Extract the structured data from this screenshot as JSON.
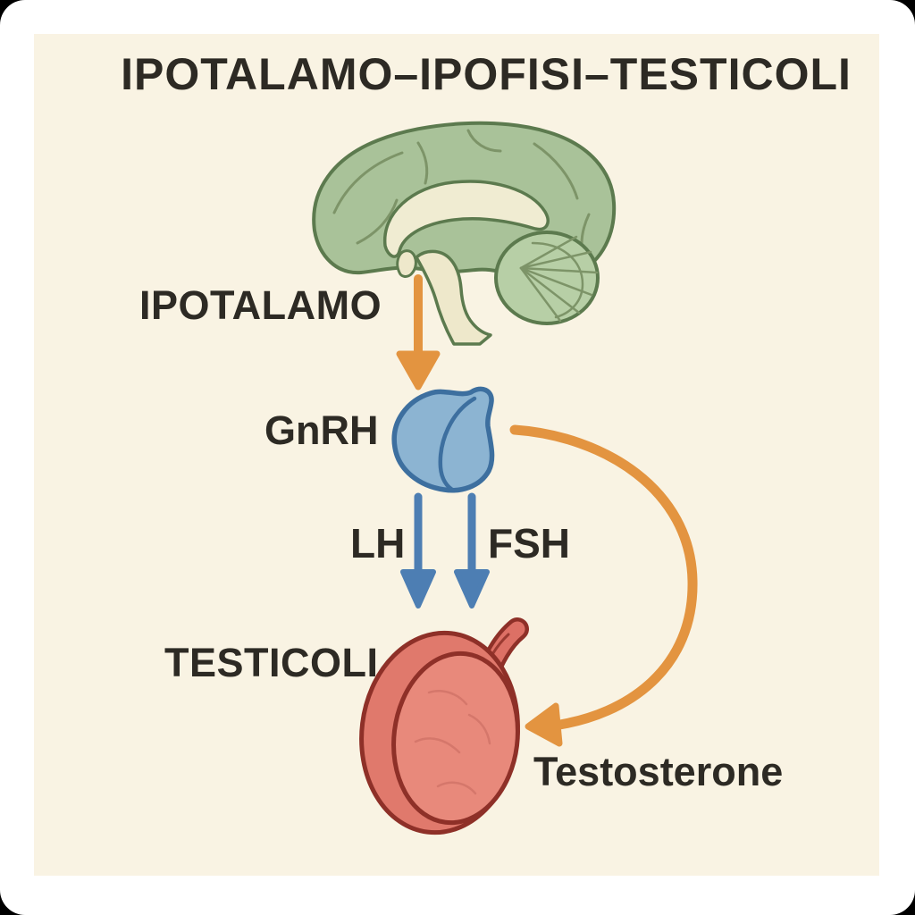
{
  "labels": {
    "title": "IPOTALAMO–IPOFISI–TESTICOLI",
    "hypothalamus": "IPOTALAMO",
    "gnrh": "GnRH",
    "lh": "LH",
    "fsh": "FSH",
    "testes": "TESTICOLI",
    "testosterone": "Testosterone"
  },
  "diagram": {
    "type": "hormone-axis-flow",
    "nodes": [
      "IPOTALAMO",
      "IPOFISI",
      "TESTICOLI"
    ],
    "arrows": [
      {
        "name": "gnrh-arrow",
        "from": "IPOTALAMO",
        "to": "IPOFISI",
        "hormone": "GnRH",
        "color": "#e39440",
        "direction": "down"
      },
      {
        "name": "lh-arrow",
        "from": "IPOFISI",
        "to": "TESTICOLI",
        "hormone": "LH",
        "color": "#4d7eb3",
        "direction": "down"
      },
      {
        "name": "fsh-arrow",
        "from": "IPOFISI",
        "to": "TESTICOLI",
        "hormone": "FSH",
        "color": "#4d7eb3",
        "direction": "down"
      },
      {
        "name": "testosterone-feedback-arrow",
        "from": "IPOFISI",
        "to": "TESTICOLI",
        "hormone": "Testosterone",
        "color": "#e39440",
        "direction": "curved-right-down"
      }
    ],
    "illustrations": [
      "brain-sagittal",
      "pituitary-gland",
      "testis"
    ]
  },
  "colors": {
    "background": "#f9f3e3",
    "frame": "#ffffff",
    "text": "#2d2a24",
    "orange_arrow": "#e39440",
    "blue_arrow": "#4d7eb3",
    "brain_fill": "#a9c299",
    "brain_outline": "#5c7a4e",
    "brain_inner": "#f0ecd2",
    "cerebellum_fill": "#b7cfa6",
    "pituitary_fill": "#8cb4d2",
    "pituitary_outline": "#3d6f9f",
    "testis_fill": "#e8897b",
    "epididymis_fill": "#e0796c",
    "testis_outline": "#8e3028"
  }
}
